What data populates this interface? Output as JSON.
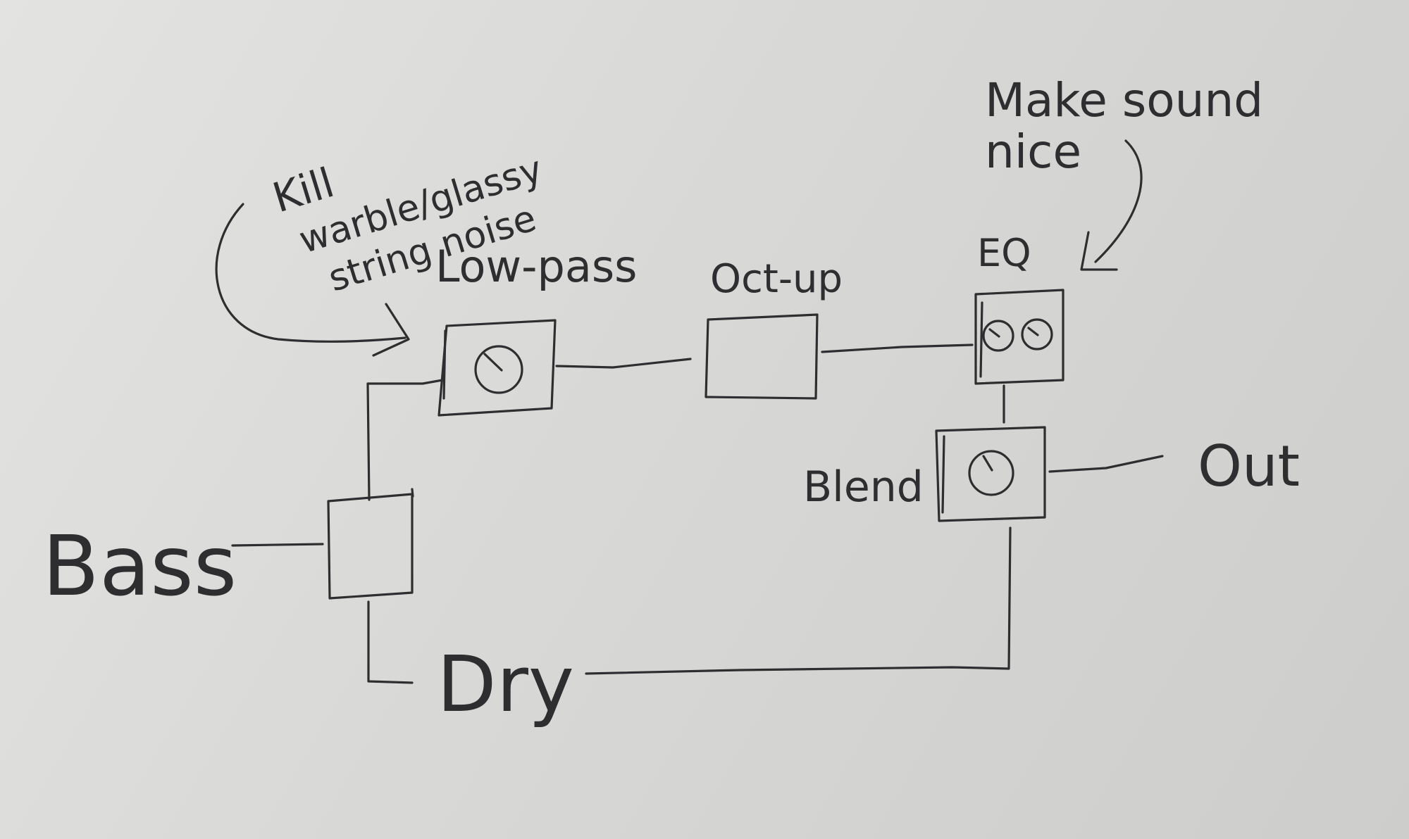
{
  "labels": {
    "bass": "Bass",
    "low_pass": "Low-pass",
    "oct_up": "Oct-up",
    "eq": "EQ",
    "blend": "Blend",
    "out": "Out",
    "dry": "Dry"
  },
  "notes": {
    "low_pass_note": [
      "Kill",
      "warble/glassy",
      "string noise"
    ],
    "eq_note": [
      "Make sound",
      "nice"
    ]
  }
}
